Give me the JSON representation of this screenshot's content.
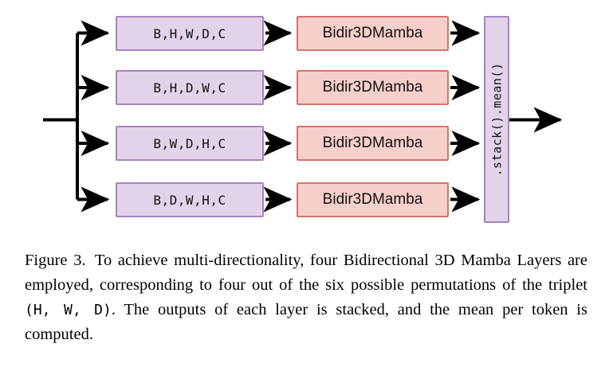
{
  "figure": {
    "label": "Figure 3.",
    "rows": [
      {
        "permutation": "B,H,W,D,C",
        "layer": "Bidir3DMamba"
      },
      {
        "permutation": "B,H,D,W,C",
        "layer": "Bidir3DMamba"
      },
      {
        "permutation": "B,W,D,H,C",
        "layer": "Bidir3DMamba"
      },
      {
        "permutation": "B,D,W,H,C",
        "layer": "Bidir3DMamba"
      }
    ],
    "aggregator": ".stack().mean()",
    "colors": {
      "permutation_fill": "#e2d3ea",
      "permutation_border": "#a884bd",
      "layer_fill": "#f6cfcb",
      "layer_border": "#d4746c",
      "aggregator_fill": "#e2d3ea",
      "aggregator_border": "#a884bd",
      "arrow": "#000000",
      "background": "#ffffff"
    }
  },
  "caption": {
    "part1": "To achieve multi-directionality, four Bidirectional 3D Mamba Layers are employed, corresponding to four out of the six possible permutations of the triplet ",
    "triplet": "(H, W, D)",
    "part2": ". The outputs of each layer is stacked, and the mean per token is computed."
  }
}
